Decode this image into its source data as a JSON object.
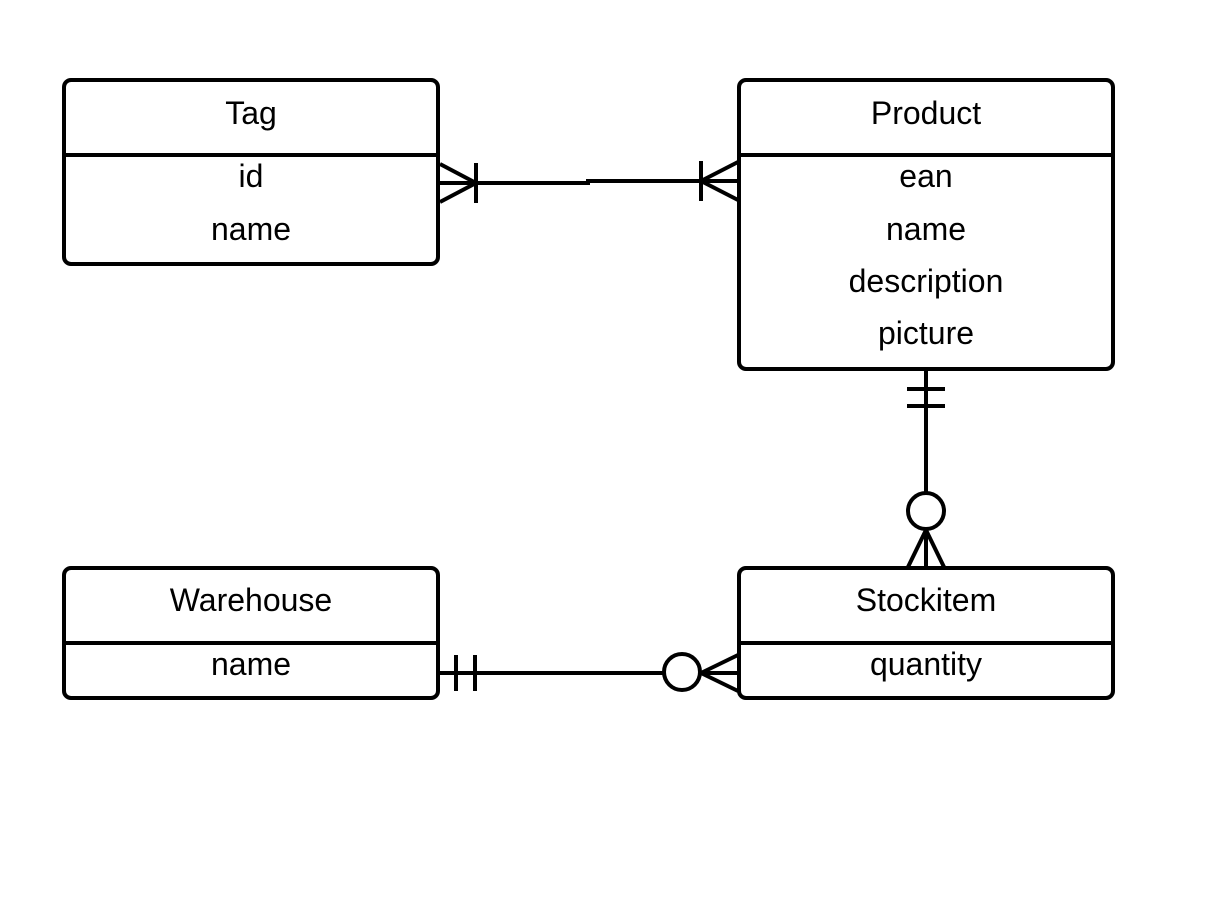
{
  "diagram": {
    "entities": {
      "tag": {
        "title": "Tag",
        "attributes": [
          "id",
          "name"
        ]
      },
      "product": {
        "title": "Product",
        "attributes": [
          "ean",
          "name",
          "description",
          "picture"
        ]
      },
      "warehouse": {
        "title": "Warehouse",
        "attributes": [
          "name"
        ]
      },
      "stockitem": {
        "title": "Stockitem",
        "attributes": [
          "quantity"
        ]
      }
    },
    "relationships": [
      {
        "from": "Tag",
        "to": "Product",
        "from_cardinality": "one-or-many",
        "to_cardinality": "one-or-many"
      },
      {
        "from": "Product",
        "to": "Stockitem",
        "from_cardinality": "exactly-one",
        "to_cardinality": "zero-or-many"
      },
      {
        "from": "Warehouse",
        "to": "Stockitem",
        "from_cardinality": "exactly-one",
        "to_cardinality": "zero-or-many"
      }
    ],
    "colors": {
      "stroke": "#000000",
      "fill": "#ffffff",
      "background": "#ffffff"
    }
  }
}
